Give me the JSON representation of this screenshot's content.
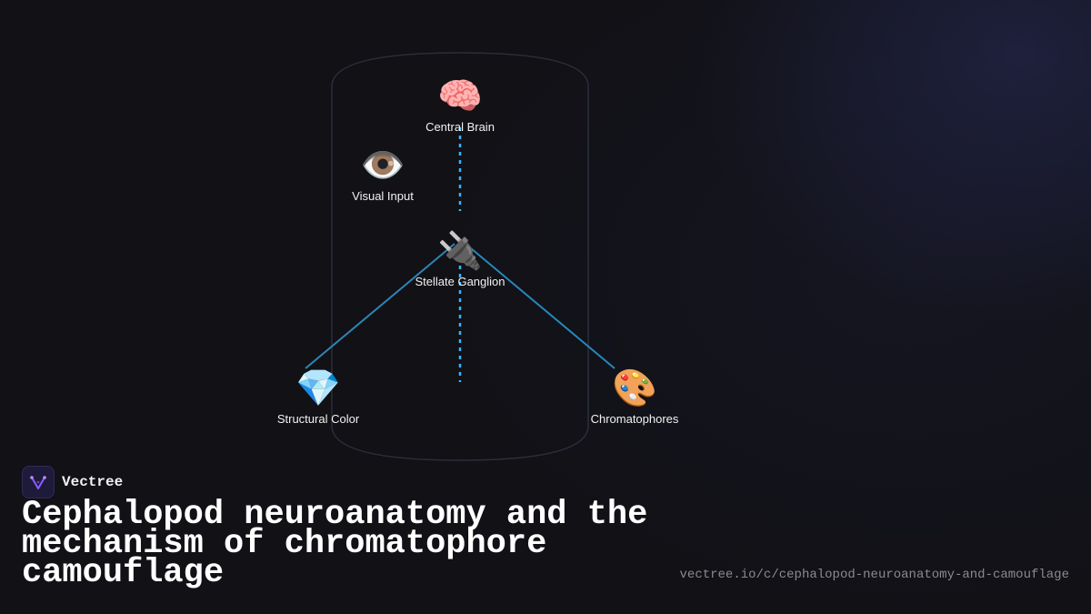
{
  "diagram": {
    "nodes": [
      {
        "id": "brain",
        "icon": "🧠",
        "icon_name": "brain-icon",
        "label": "Central Brain"
      },
      {
        "id": "eye",
        "icon": "👁️",
        "icon_name": "eye-icon",
        "label": "Visual Input"
      },
      {
        "id": "stellate",
        "icon": "🔌",
        "icon_name": "plug-icon",
        "label": "Stellate Ganglion"
      },
      {
        "id": "structural",
        "icon": "💎",
        "icon_name": "gem-icon",
        "label": "Structural Color"
      },
      {
        "id": "chromato",
        "icon": "🎨",
        "icon_name": "palette-icon",
        "label": "Chromatophores"
      }
    ],
    "colors": {
      "dotted_link": "#38b6ff",
      "solid_link": "#2a86b8",
      "container_outline": "#2a2f3a"
    }
  },
  "brand": {
    "name": "Vectree",
    "logo_icon": "vectree-logo-icon"
  },
  "title": "Cephalopod neuroanatomy and the mechanism of chromatophore camouflage",
  "url": "vectree.io/c/cephalopod-neuroanatomy-and-camouflage"
}
